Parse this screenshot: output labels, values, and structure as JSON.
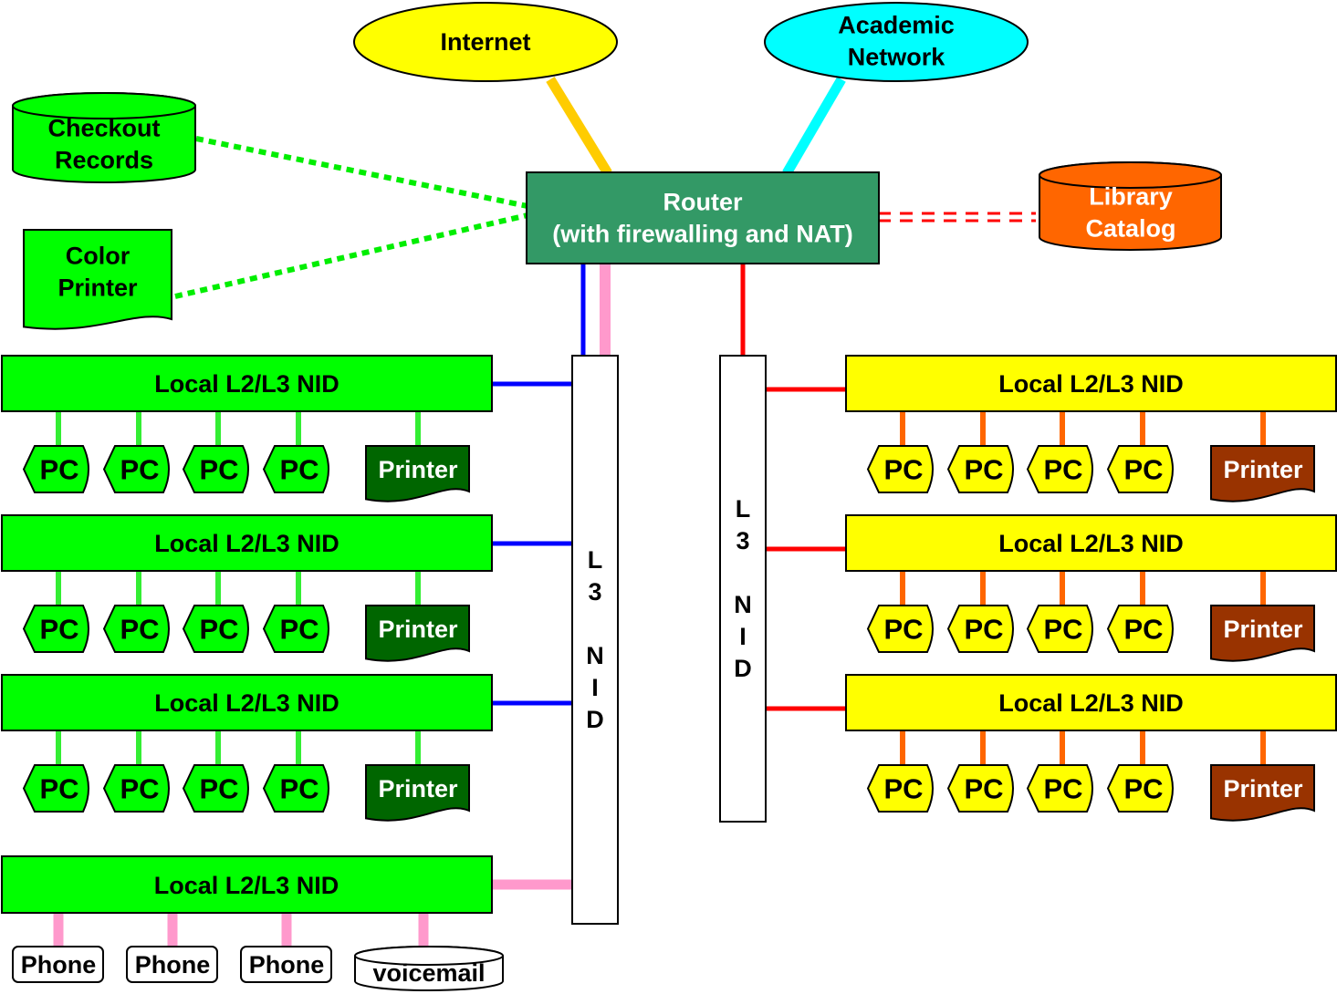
{
  "colors": {
    "green_node": "#00ff00",
    "green_line": "#33ee33",
    "dark_green_printer": "#006600",
    "yellow_node": "#ffff00",
    "orange_line": "#ff6600",
    "brown_printer": "#993300",
    "router": "#339966",
    "internet": "#ffff00",
    "internet_link": "#ffcc00",
    "academic": "#00ffff",
    "academic_link": "#00ffff",
    "library_catalog": "#ff6600",
    "blue_link": "#0000ff",
    "pink_link": "#ff99cc",
    "red_link": "#ff0000",
    "dotted_green": "#00ee00"
  },
  "external": {
    "internet": {
      "label": "Internet"
    },
    "academic": {
      "label_lines": [
        "Academic",
        "Network"
      ]
    }
  },
  "router": {
    "label_lines": [
      "Router",
      "(with firewalling and NAT)"
    ]
  },
  "checkout_records": {
    "label_lines": [
      "Checkout",
      "Records"
    ]
  },
  "color_printer": {
    "label_lines": [
      "Color",
      "Printer"
    ]
  },
  "library_catalog": {
    "label_lines": [
      "Library",
      "Catalog"
    ]
  },
  "l3_nid_left": {
    "label_chars": [
      "L",
      "3",
      "",
      "N",
      "I",
      "D"
    ]
  },
  "l3_nid_right": {
    "label_chars": [
      "L",
      "3",
      "",
      "N",
      "I",
      "D"
    ]
  },
  "left_groups": [
    {
      "nid_label": "Local L2/L3 NID",
      "devices": [
        "PC",
        "PC",
        "PC",
        "PC"
      ],
      "printer": "Printer"
    },
    {
      "nid_label": "Local L2/L3 NID",
      "devices": [
        "PC",
        "PC",
        "PC",
        "PC"
      ],
      "printer": "Printer"
    },
    {
      "nid_label": "Local L2/L3 NID",
      "devices": [
        "PC",
        "PC",
        "PC",
        "PC"
      ],
      "printer": "Printer"
    }
  ],
  "right_groups": [
    {
      "nid_label": "Local L2/L3 NID",
      "devices": [
        "PC",
        "PC",
        "PC",
        "PC"
      ],
      "printer": "Printer"
    },
    {
      "nid_label": "Local L2/L3 NID",
      "devices": [
        "PC",
        "PC",
        "PC",
        "PC"
      ],
      "printer": "Printer"
    },
    {
      "nid_label": "Local L2/L3 NID",
      "devices": [
        "PC",
        "PC",
        "PC",
        "PC"
      ],
      "printer": "Printer"
    }
  ],
  "phone_group": {
    "nid_label": "Local L2/L3 NID",
    "phones": [
      "Phone",
      "Phone",
      "Phone"
    ],
    "voicemail": "voicemail"
  }
}
